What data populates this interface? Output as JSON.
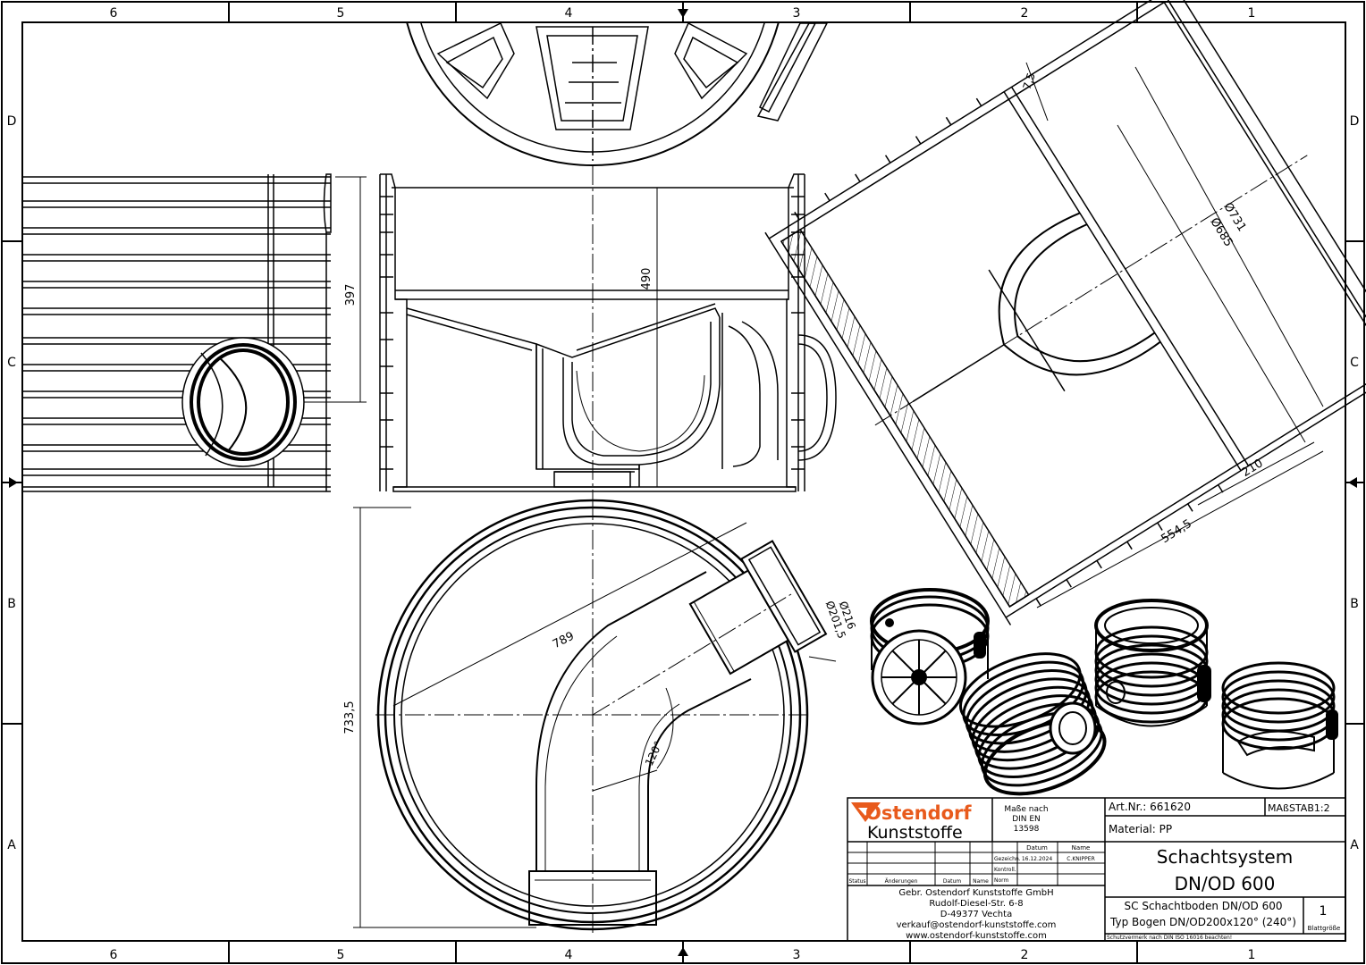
{
  "frame": {
    "columns_top": [
      "6",
      "5",
      "4",
      "3",
      "2",
      "1"
    ],
    "columns_bottom": [
      "6",
      "5",
      "4",
      "3",
      "2",
      "1"
    ],
    "rows_left": [
      "D",
      "C",
      "B",
      "A"
    ],
    "rows_right": [
      "D",
      "C",
      "B",
      "A"
    ]
  },
  "dimensions": {
    "d_397": "397",
    "d_490": "490",
    "d_7_5": "7,5",
    "d_685": "Ø685",
    "d_731": "Ø731",
    "d_210": "210",
    "d_554_5": "554,5",
    "d_789": "789",
    "d_733_5": "733,5",
    "d_216": "Ø216",
    "d_201_5": "Ø201,5",
    "angle_120": "120°"
  },
  "title_block": {
    "logo_line1": "Ostendorf",
    "logo_line2": "Kunststoffe",
    "masse_line1": "Maße nach",
    "masse_line2": "DIN EN",
    "masse_line3": "13598",
    "art_nr": "Art.Nr.: 661620",
    "massstab": "MAßSTAB1:2",
    "material": "Material: PP",
    "hdr_datum": "Datum",
    "hdr_name": "Name",
    "row_gezeichn": "Gezeichn.",
    "row_gezeichn_datum": "16.12.2024",
    "row_gezeichn_name": "C.KNIPPER",
    "row_kontroll": "Kontroll.",
    "row_norm": "Norm",
    "col_status": "Status",
    "col_aenderungen": "Änderungen",
    "col_datum": "Datum",
    "col_name": "Name",
    "company_line1": "Gebr. Ostendorf Kunststoffe GmbH",
    "company_line2": "Rudolf-Diesel-Str. 6-8",
    "company_line3": "D-49377 Vechta",
    "company_line4": "verkauf@ostendorf-kunststoffe.com",
    "company_line5": "www.ostendorf-kunststoffe.com",
    "title_line1": "Schachtsystem",
    "title_line2": "DN/OD 600",
    "desc_line1": "SC Schachtboden DN/OD 600",
    "desc_line2": "Typ Bogen DN/OD200x120° (240°)",
    "sheet_number": "1",
    "sheet_label": "Blattgröße",
    "protection_note": "Schutzvermerk nach DIN ISO 16016 beachten!"
  }
}
